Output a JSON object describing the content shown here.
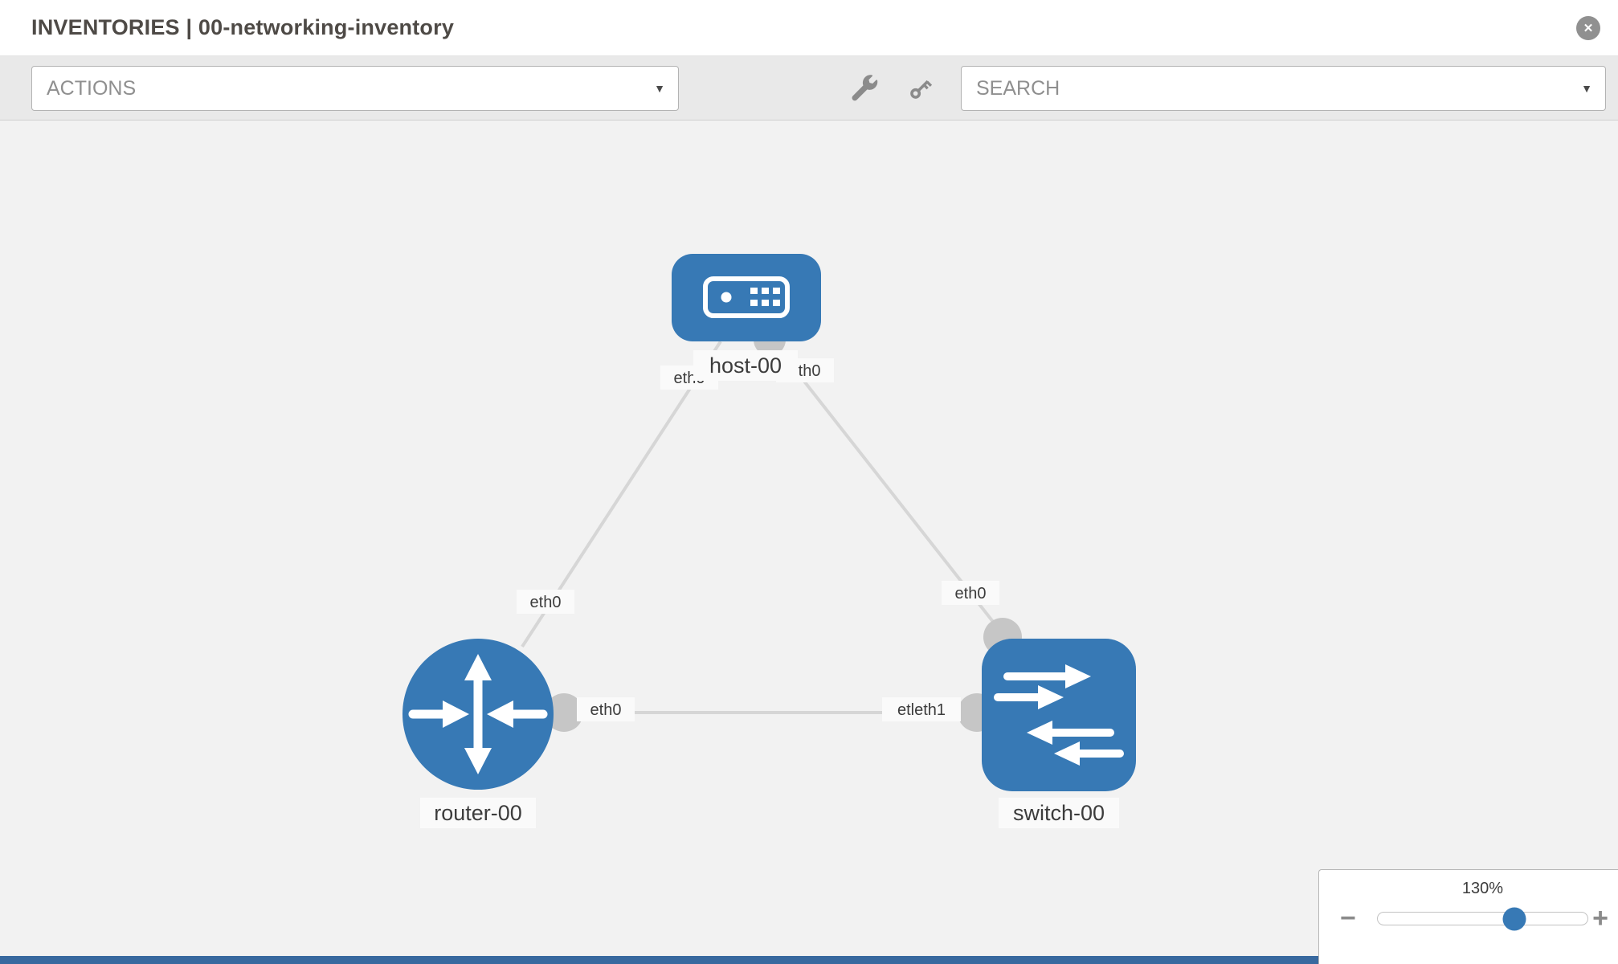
{
  "header": {
    "title": "INVENTORIES | 00-networking-inventory"
  },
  "toolbar": {
    "actions_label": "ACTIONS",
    "search_label": "SEARCH"
  },
  "icons": {
    "chevron_down": "▼",
    "close": "✕",
    "zoom_out": "−",
    "zoom_in": "+"
  },
  "zoom": {
    "level": "130%"
  },
  "topology": {
    "nodes": [
      {
        "id": "host-00",
        "type": "host",
        "label": "host-00"
      },
      {
        "id": "router-00",
        "type": "router",
        "label": "router-00"
      },
      {
        "id": "switch-00",
        "type": "switch",
        "label": "switch-00"
      }
    ],
    "links": [
      {
        "from": "host-00",
        "to": "router-00",
        "from_interface": "eth0",
        "to_interface": "eth0"
      },
      {
        "from": "host-00",
        "to": "switch-00",
        "from_interface": "eth0",
        "to_interface": "eth0"
      },
      {
        "from": "router-00",
        "to": "switch-00",
        "from_interface": "eth0",
        "to_interface": "etleth1"
      }
    ]
  },
  "colors": {
    "node_fill": "#3779b5",
    "link": "#d6d6d6",
    "port": "#c6c6c6",
    "canvas_bg": "#f2f2f2",
    "toolbar_bg": "#e9e9e9",
    "footer_bar": "#38699f",
    "zoom_handle": "#3779b5"
  }
}
